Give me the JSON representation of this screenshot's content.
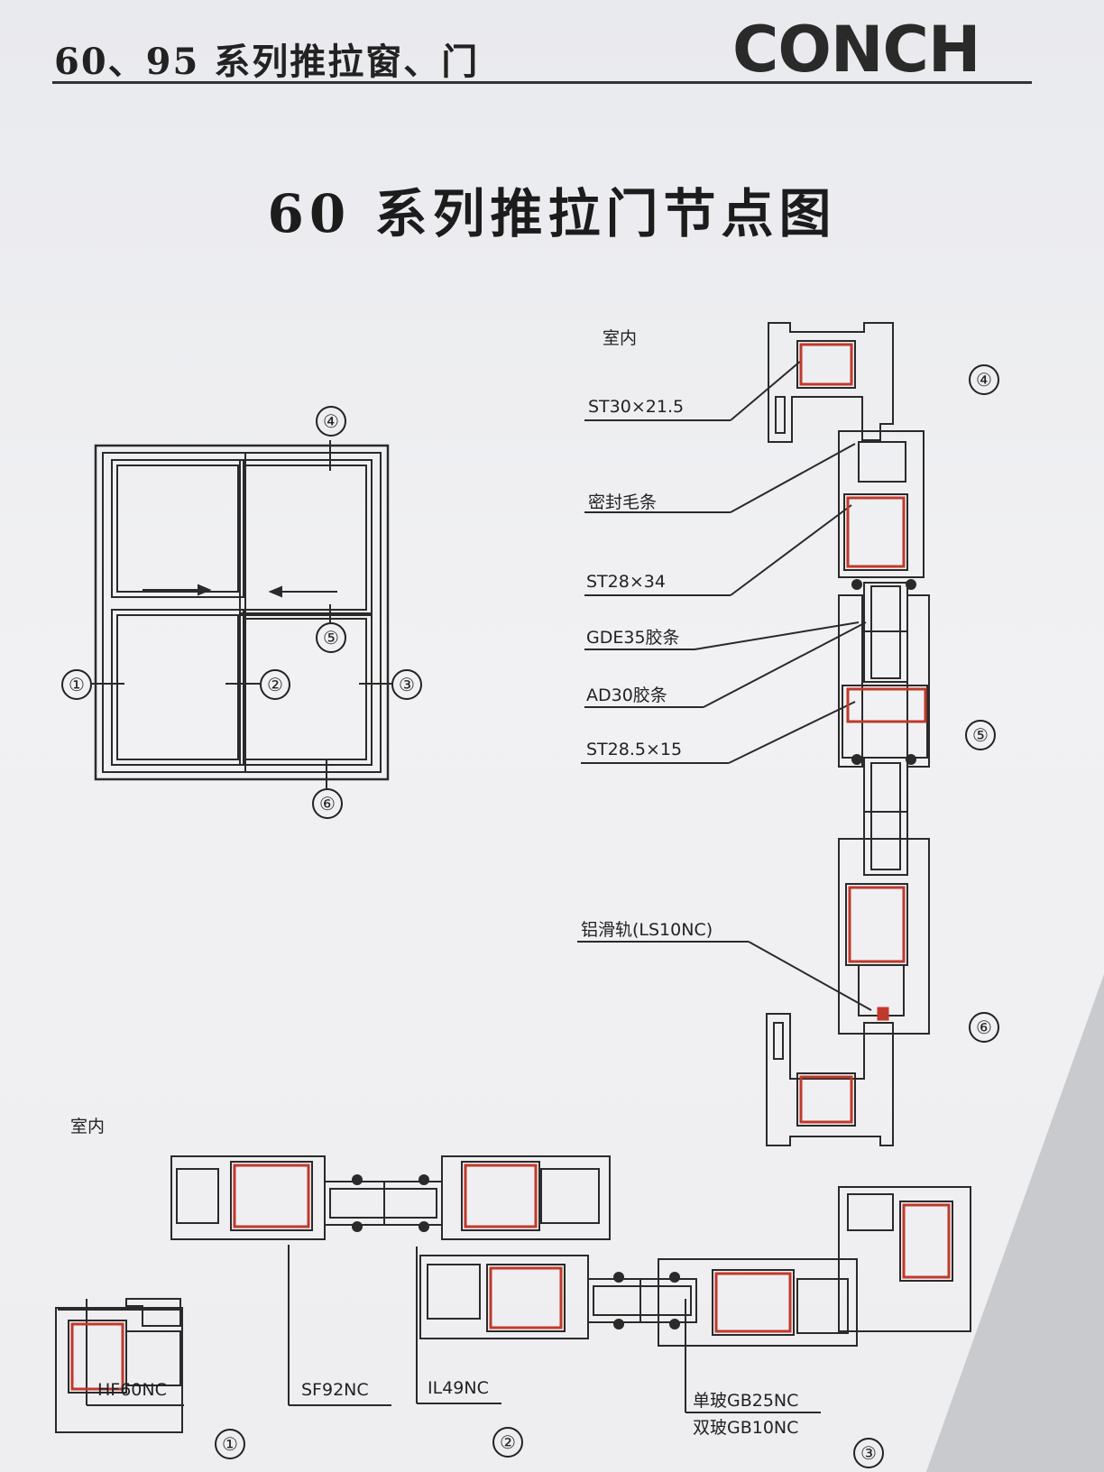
{
  "header": {
    "title": "60、95 系列推拉窗、门",
    "brand": "CONCH"
  },
  "page_title": "60 系列推拉门节点图",
  "section_view": {
    "indoor_label": "室内",
    "labels": [
      "ST30×21.5",
      "密封毛条",
      "ST28×34",
      "GDE35胶条",
      "AD30胶条",
      "ST28.5×15",
      "铝滑轨(LS10NC)"
    ],
    "markers": [
      "④",
      "⑤",
      "⑥"
    ]
  },
  "elevation": {
    "markers": [
      "④",
      "①",
      "②",
      "③",
      "⑤",
      "⑥"
    ]
  },
  "horizontal_section": {
    "indoor_label": "室内",
    "labels": [
      "HF60NC",
      "SF92NC",
      "IL49NC",
      "单玻GB25NC",
      "双玻GB10NC"
    ],
    "markers": [
      "①",
      "②",
      "③"
    ]
  },
  "colors": {
    "line": "#2a2a2a",
    "steel": "#c0392b",
    "paper": "#eeeef1"
  }
}
